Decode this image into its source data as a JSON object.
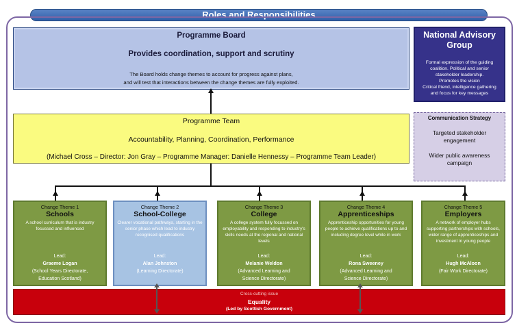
{
  "title": "Roles and Responsibilities",
  "board": {
    "title": "Programme Board",
    "subtitle": "Provides coordination, support and scrutiny",
    "body_line1": "The Board holds change themes to account for progress against plans,",
    "body_line2": "and will test that interactions between the change themes are fully exploited."
  },
  "advisory": {
    "title_line1": "National Advisory",
    "title_line2": "Group",
    "line1": "Formal expression of the guiding",
    "line2": "coalition. Political and senior",
    "line3": "stakeholder leadership.",
    "line4": "Promotes the vision",
    "line5": "Critical friend, intelligence gathering",
    "line6": "and focus for key messages"
  },
  "team": {
    "title": "Programme Team",
    "subtitle": "Accountability, Planning, Coordination, Performance",
    "people": "(Michael Cross – Director:  Jon Gray – Programme Manager: Danielle Hennessy – Programme Team Leader)"
  },
  "comms": {
    "title": "Communication Strategy",
    "p1": "Targeted stakeholder engagement",
    "p2": "Wider public awareness campaign"
  },
  "themes": [
    {
      "label": "Change Theme 1",
      "name": "Schools",
      "desc": "A school curriculum that is industry focussed and influenced",
      "lead_label": "Lead:",
      "lead_name": "Graeme Logan",
      "dept_line1": "(School Years Directorate,",
      "dept_line2": "Education Scotland)"
    },
    {
      "label": "Change Theme 2",
      "name": "School-College",
      "desc": "Clearer vocational pathways, starting in the senior phase which lead to industry recognised qualifications",
      "lead_label": "Lead:",
      "lead_name": "Alan Johnston",
      "dept_line1": "(Learning Directorate)",
      "dept_line2": ""
    },
    {
      "label": "Change Theme 3",
      "name": "College",
      "desc": "A college system fully focussed on employability and responding to industry's skills needs at the regional and national levels",
      "lead_label": "Lead:",
      "lead_name": "Melanie Weldon",
      "dept_line1": "(Advanced Learning and",
      "dept_line2": "Science Directorate)"
    },
    {
      "label": "Change Theme 4",
      "name": "Apprenticeships",
      "desc": "Apprenticeship opportunities for young people to achieve qualifications up to and including degree level while in work",
      "lead_label": "Lead:",
      "lead_name": "Rona Sweeney",
      "dept_line1": "(Advanced Learning and",
      "dept_line2": "Science  Directorate)"
    },
    {
      "label": "Change Theme 5",
      "name": "Employers",
      "desc": "A network of employer hubs supporting partnerships with schools, wider range of apprenticeships and investment in young people",
      "lead_label": "Lead:",
      "lead_name": "Hugh McAloon",
      "dept_line1": "(Fair Work Directorate)",
      "dept_line2": ""
    }
  ],
  "equality": {
    "label": "Cross-cutting issue",
    "name": "Equality",
    "lead": "(Led by Scottish Government)"
  },
  "colors": {
    "board": "#b5c3e6",
    "advisory": "#36328a",
    "team": "#fafb80",
    "comms": "#d6cfe6",
    "theme_green": "#7e9a44",
    "theme_blue": "#a7c3e3",
    "equality": "#c8000c"
  }
}
